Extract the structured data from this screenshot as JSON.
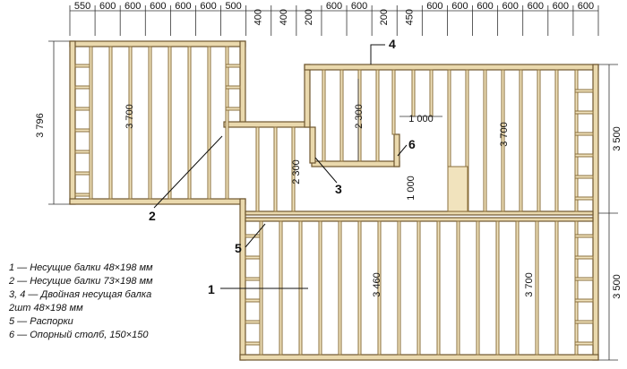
{
  "top_dims": [
    "550",
    "600",
    "600",
    "600",
    "600",
    "600",
    "500",
    "400",
    "400",
    "200",
    "600",
    "600",
    "200",
    "450",
    "600",
    "600",
    "600",
    "600",
    "600",
    "600",
    "600"
  ],
  "left_dim": "3 796",
  "right_dims": [
    "3 500",
    "3 500"
  ],
  "inner_dims": {
    "left_room_span": "3 700",
    "upper_mid_span": "2 300",
    "upper_mid_width": "1 000",
    "upper_right_span": "3 700",
    "mid_span": "2 300",
    "mid_small": "1 000",
    "lower_center_span": "3 460",
    "lower_right_span": "3 700"
  },
  "callouts": [
    "1",
    "2",
    "3",
    "4",
    "5",
    "6"
  ],
  "legend": [
    "1 — Несущие балки 48×198 мм",
    "2 — Несущие балки 73×198 мм",
    "3, 4 — Двойная несущая балка",
    "2шт 48×198 мм",
    "5 — Распорки",
    "6 — Опорный столб, 150×150"
  ]
}
